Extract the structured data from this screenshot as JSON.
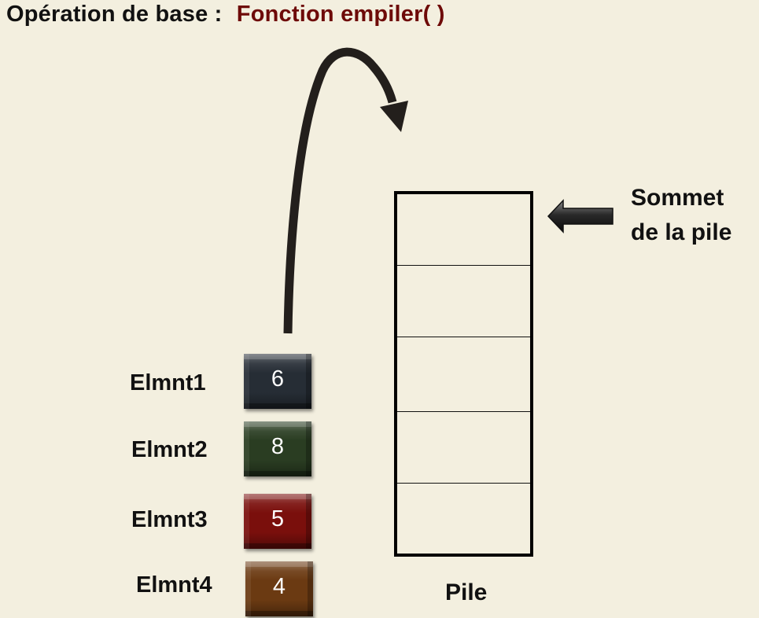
{
  "title": {
    "prefix": "Opération de base :",
    "function": "Fonction empiler( )"
  },
  "stack": {
    "label": "Pile",
    "top_label_line1": "Sommet",
    "top_label_line2": "de la pile",
    "slot_count": 5
  },
  "elements": [
    {
      "label": "Elmnt1",
      "value": "6",
      "color": "#262d35"
    },
    {
      "label": "Elmnt2",
      "value": "8",
      "color": "#2a3d22"
    },
    {
      "label": "Elmnt3",
      "value": "5",
      "color": "#7a0f0c"
    },
    {
      "label": "Elmnt4",
      "value": "4",
      "color": "#6b3a12"
    }
  ],
  "colors": {
    "background": "#f3efdf",
    "function_text": "#6e0a08",
    "arrow": "#231f1c"
  }
}
